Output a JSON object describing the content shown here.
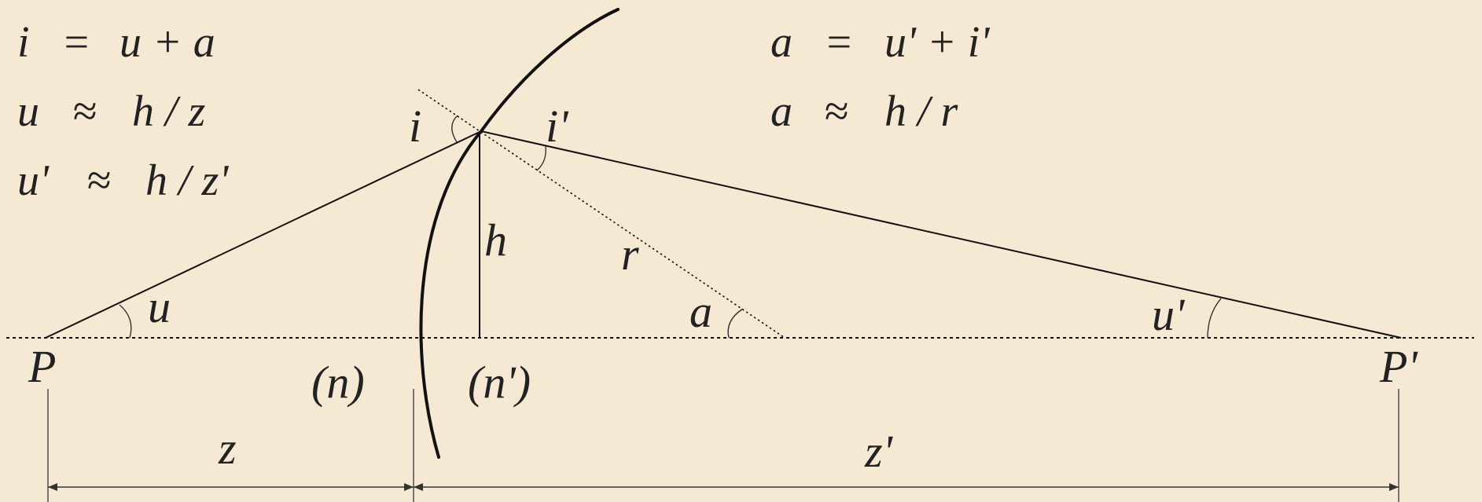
{
  "equations_left": [
    {
      "lhs": "i",
      "op": "=",
      "rhs": "u + a"
    },
    {
      "lhs": "u",
      "op": "≈",
      "rhs": "h / z"
    },
    {
      "lhs": "u'",
      "op": "≈",
      "rhs": "h / z'"
    }
  ],
  "equations_right": [
    {
      "lhs": "a",
      "op": "=",
      "rhs": "u' + i'"
    },
    {
      "lhs": "a",
      "op": "≈",
      "rhs": "h / r"
    }
  ],
  "labels": {
    "object_point": "P",
    "image_point": "P'",
    "index_before": "(n)",
    "index_after": "(n')",
    "incidence_angle": "i",
    "refraction_angle": "i'",
    "height": "h",
    "radius": "r",
    "angle_u": "u",
    "angle_u_prime": "u'",
    "angle_a": "a",
    "distance_z": "z",
    "distance_z_prime": "z'"
  }
}
